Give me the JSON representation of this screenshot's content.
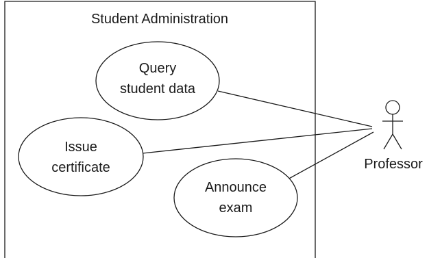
{
  "system": {
    "title": "Student Administration"
  },
  "use_cases": [
    {
      "id": "query",
      "lines": [
        "Query",
        "student data"
      ]
    },
    {
      "id": "issue",
      "lines": [
        "Issue",
        "certificate"
      ]
    },
    {
      "id": "announce",
      "lines": [
        "Announce",
        "exam"
      ]
    }
  ],
  "actor": {
    "name": "Professor"
  }
}
